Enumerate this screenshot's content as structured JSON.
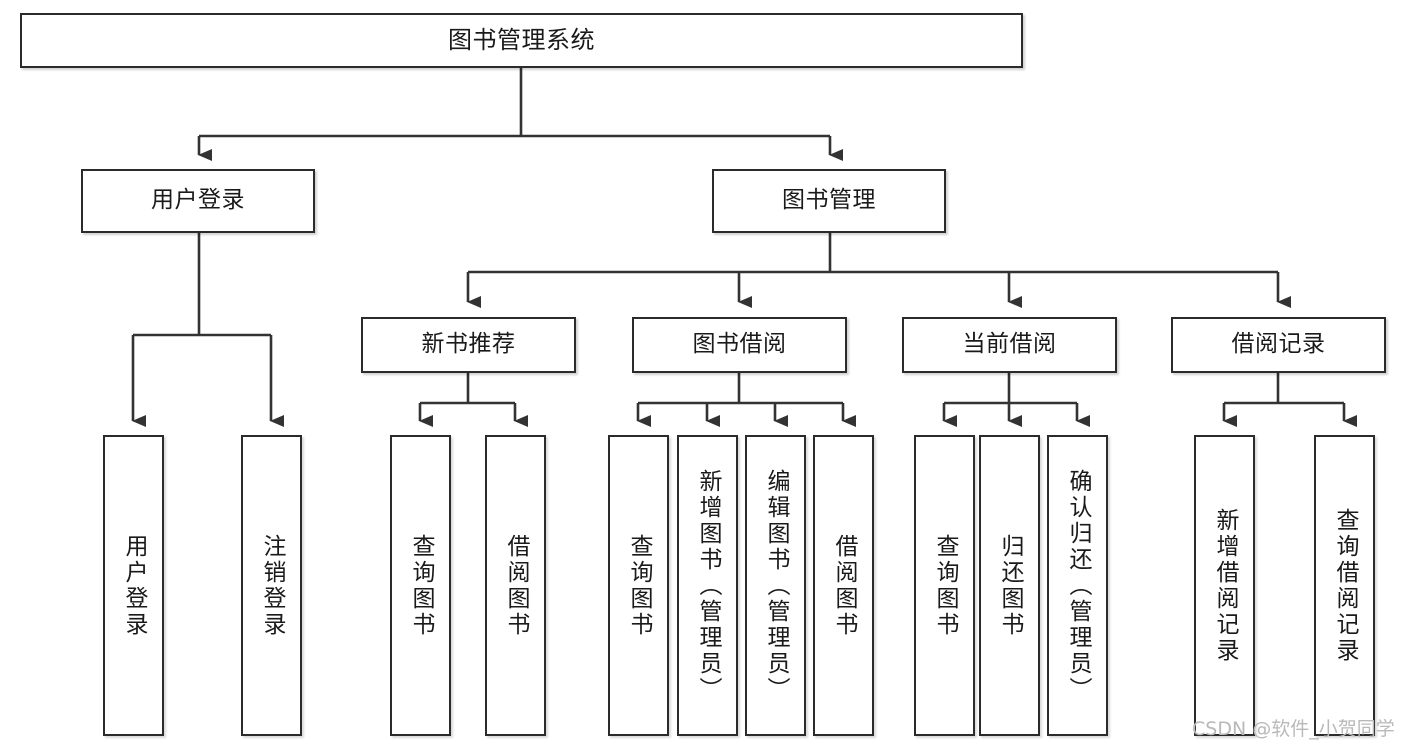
{
  "diagram": {
    "title": "图书管理系统",
    "type": "tree",
    "orientation": "top-down",
    "colors": {
      "box_border": "#2b2b2b",
      "box_fill": "#ffffff",
      "connector": "#333333",
      "text": "#1a1a1a",
      "watermark": "#b9b9b9",
      "background": "#ffffff"
    },
    "nodes": {
      "root": {
        "label": "图书管理系统"
      },
      "level2": [
        {
          "id": "user-login",
          "label": "用户登录"
        },
        {
          "id": "book-management",
          "label": "图书管理"
        }
      ],
      "level3": [
        {
          "id": "new-book-recommend",
          "label": "新书推荐"
        },
        {
          "id": "book-borrow",
          "label": "图书借阅"
        },
        {
          "id": "current-borrow",
          "label": "当前借阅"
        },
        {
          "id": "borrow-record",
          "label": "借阅记录"
        }
      ],
      "leaves": {
        "user-login": [
          {
            "id": "leaf-user-login",
            "label": "用户登录"
          },
          {
            "id": "leaf-logout",
            "label": "注销登录"
          }
        ],
        "new-book-recommend": [
          {
            "id": "leaf-query-book-1",
            "label": "查询图书"
          },
          {
            "id": "leaf-borrow-book-1",
            "label": "借阅图书"
          }
        ],
        "book-borrow": [
          {
            "id": "leaf-query-book-2",
            "label": "查询图书"
          },
          {
            "id": "leaf-add-book",
            "label": "新增图书（管理员）"
          },
          {
            "id": "leaf-edit-book",
            "label": "编辑图书（管理员）"
          },
          {
            "id": "leaf-borrow-book-2",
            "label": "借阅图书"
          }
        ],
        "current-borrow": [
          {
            "id": "leaf-query-book-3",
            "label": "查询图书"
          },
          {
            "id": "leaf-return-book",
            "label": "归还图书"
          },
          {
            "id": "leaf-confirm-return",
            "label": "确认归还（管理员）"
          }
        ],
        "borrow-record": [
          {
            "id": "leaf-add-record",
            "label": "新增借阅记录"
          },
          {
            "id": "leaf-query-record",
            "label": "查询借阅记录"
          }
        ]
      }
    },
    "watermark": "CSDN @软件_小贺同学"
  }
}
